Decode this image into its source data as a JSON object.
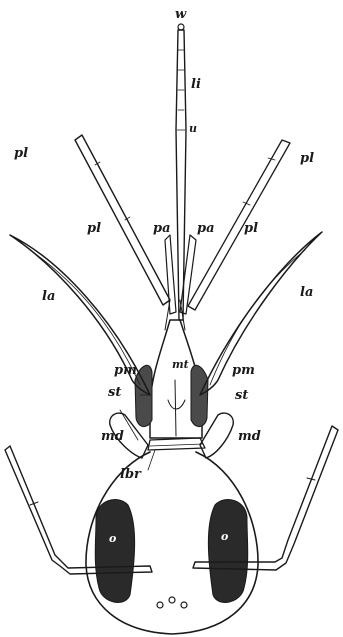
{
  "figure": {
    "labels": {
      "w": "w",
      "li": "li",
      "u": "u",
      "pl_top_left": "pl",
      "pl_top_right": "pl",
      "pl_mid_left": "pl",
      "pa_left": "pa",
      "pa_right": "pa",
      "pl_mid_right": "pl",
      "la_left": "la",
      "la_right": "la",
      "pm_left": "pm",
      "pm_right": "pm",
      "mt": "mt",
      "st_left": "st",
      "st_right": "st",
      "md_left": "md",
      "md_right": "md",
      "lbr": "lbr",
      "o_left": "o",
      "o_right": "o"
    },
    "colors": {
      "ink": "#1a1a1a",
      "paper": "#ffffff"
    }
  }
}
